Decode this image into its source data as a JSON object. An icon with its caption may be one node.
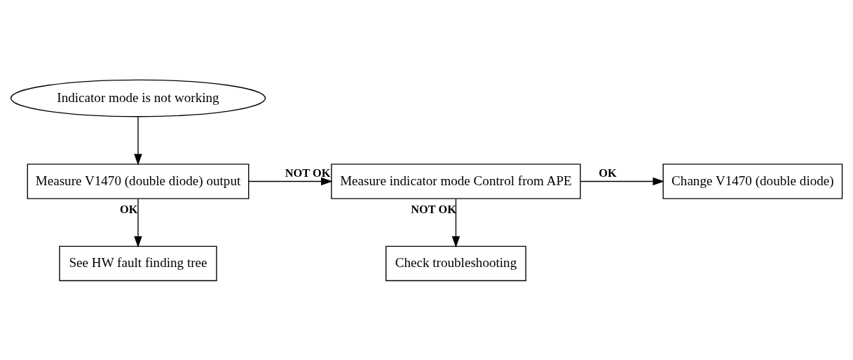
{
  "diagram": {
    "nodes": [
      {
        "text": [
          "Indicator mode is not working"
        ]
      },
      {
        "text": [
          "Measure V1470 (double diode) output"
        ]
      },
      {
        "text": [
          "Measure indicator mode Control from APE"
        ]
      },
      {
        "text": [
          "Change V1470 (double diode)"
        ]
      },
      {
        "text": [
          "See HW fault finding tree"
        ]
      },
      {
        "text": [
          "Check troubleshooting"
        ]
      }
    ],
    "edges": [
      {
        "from": 0,
        "to": 1,
        "arrow": "to"
      },
      {
        "from": 1,
        "to": 2,
        "arrow": "to",
        "label": "NOT OK"
      },
      {
        "from": 2,
        "to": 3,
        "arrow": "to",
        "label": "OK"
      },
      {
        "from": 1,
        "to": 4,
        "arrow": "to",
        "label": "OK"
      },
      {
        "from": 2,
        "to": 5,
        "arrow": "to",
        "label": "NOT OK"
      }
    ]
  }
}
